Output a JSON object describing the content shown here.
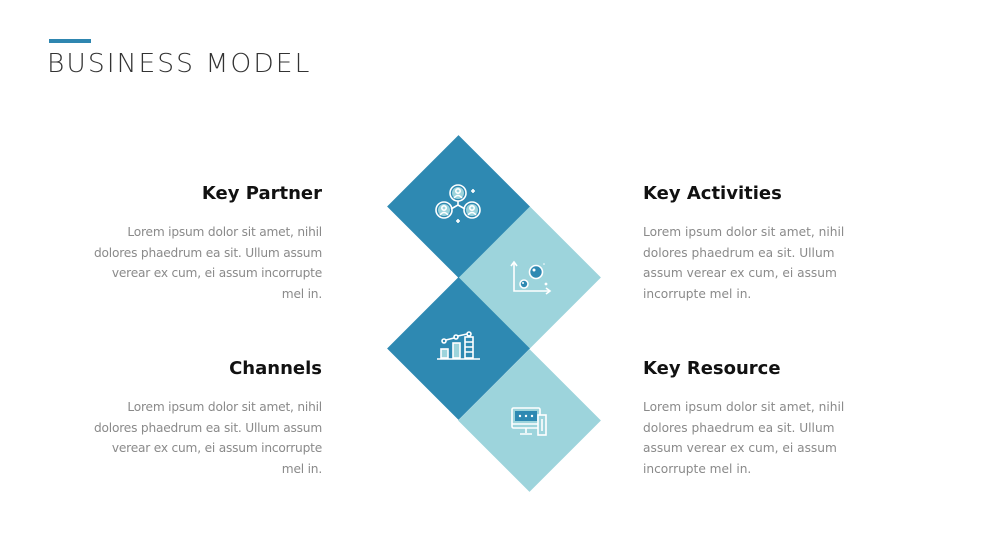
{
  "header": {
    "title": "BUSINESS MODEL",
    "accent_color": "#2e86b0"
  },
  "diagram": {
    "colors": {
      "dark": "#2e89b2",
      "light": "#9dd4dc",
      "icon": "#ffffff"
    },
    "diamonds": [
      {
        "id": "key-partner",
        "tone": "dark",
        "icon": "network-people-icon"
      },
      {
        "id": "key-activities",
        "tone": "light",
        "icon": "bubble-chart-icon"
      },
      {
        "id": "channels",
        "tone": "dark",
        "icon": "bar-line-chart-icon"
      },
      {
        "id": "key-resource",
        "tone": "light",
        "icon": "monitor-rating-icon"
      }
    ]
  },
  "blocks": {
    "key_partner": {
      "title": "Key Partner",
      "body": "Lorem ipsum dolor sit amet, nihil dolores phaedrum ea sit. Ullum assum verear ex cum, ei assum incorrupte mel in."
    },
    "key_activities": {
      "title": "Key Activities",
      "body": "Lorem ipsum dolor sit amet, nihil dolores phaedrum ea sit. Ullum assum verear ex cum, ei assum incorrupte mel in."
    },
    "channels": {
      "title": "Channels",
      "body": "Lorem ipsum dolor sit amet, nihil dolores phaedrum ea sit. Ullum assum verear ex cum, ei assum incorrupte mel in."
    },
    "key_resource": {
      "title": "Key Resource",
      "body": "Lorem ipsum dolor sit amet, nihil dolores phaedrum ea sit. Ullum assum verear ex cum, ei assum incorrupte mel in."
    }
  }
}
